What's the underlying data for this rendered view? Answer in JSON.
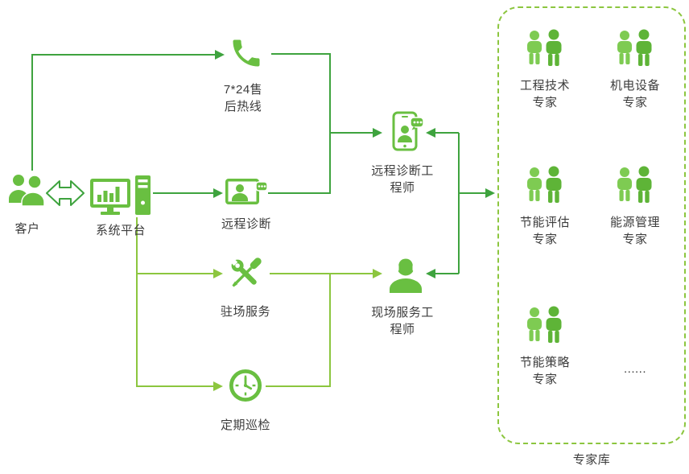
{
  "diagram": {
    "type": "flow-diagram",
    "colors": {
      "line_dark": "#3ea33e",
      "line_light": "#8cc63f",
      "icon_green": "#69bf41",
      "icon_green_light": "#7ecb52",
      "icon_green_dark": "#5eb437",
      "dashed_border": "#8cc63f",
      "text": "#3c3c3c"
    }
  },
  "nodes": {
    "customer": {
      "label": "客户",
      "icon": "two-people-icon"
    },
    "platform": {
      "label": "系统平台",
      "icon": "monitor-server-icon"
    },
    "hotline": {
      "label": "7*24售\n后热线",
      "icon": "phone-icon"
    },
    "remote_diagnosis": {
      "label": "远程诊断",
      "icon": "screen-person-chat-icon"
    },
    "onsite_service": {
      "label": "驻场服务",
      "icon": "crossed-tools-icon"
    },
    "inspection": {
      "label": "定期巡检",
      "icon": "clock-icon"
    },
    "remote_engineer": {
      "label": "远程诊断工\n程师",
      "icon": "smartphone-person-chat-icon"
    },
    "field_engineer": {
      "label": "现场服务工\n程师",
      "icon": "headset-person-icon"
    }
  },
  "expert_pool": {
    "title": "专家库",
    "experts": [
      {
        "label": "工程技术\n专家",
        "icon": "people-group-icon"
      },
      {
        "label": "机电设备\n专家",
        "icon": "people-group-icon"
      },
      {
        "label": "节能评估\n专家",
        "icon": "people-group-icon"
      },
      {
        "label": "能源管理\n专家",
        "icon": "people-group-icon"
      },
      {
        "label": "节能策略\n专家",
        "icon": "people-group-icon"
      },
      {
        "label": "......",
        "icon": "none"
      }
    ]
  },
  "edges": [
    {
      "from": "customer",
      "to": "hotline"
    },
    {
      "from": "customer",
      "to": "platform",
      "type": "bidirectional"
    },
    {
      "from": "platform",
      "to": "remote_diagnosis"
    },
    {
      "from": "hotline",
      "to": "remote_engineer"
    },
    {
      "from": "remote_diagnosis",
      "to": "remote_engineer"
    },
    {
      "from": "platform",
      "to": "onsite_service"
    },
    {
      "from": "platform",
      "to": "inspection"
    },
    {
      "from": "onsite_service",
      "to": "field_engineer"
    },
    {
      "from": "inspection",
      "to": "field_engineer"
    },
    {
      "from": "engineers",
      "to": "expert_pool"
    },
    {
      "from": "expert_pool",
      "to": "remote_engineer"
    },
    {
      "from": "expert_pool",
      "to": "field_engineer"
    }
  ]
}
